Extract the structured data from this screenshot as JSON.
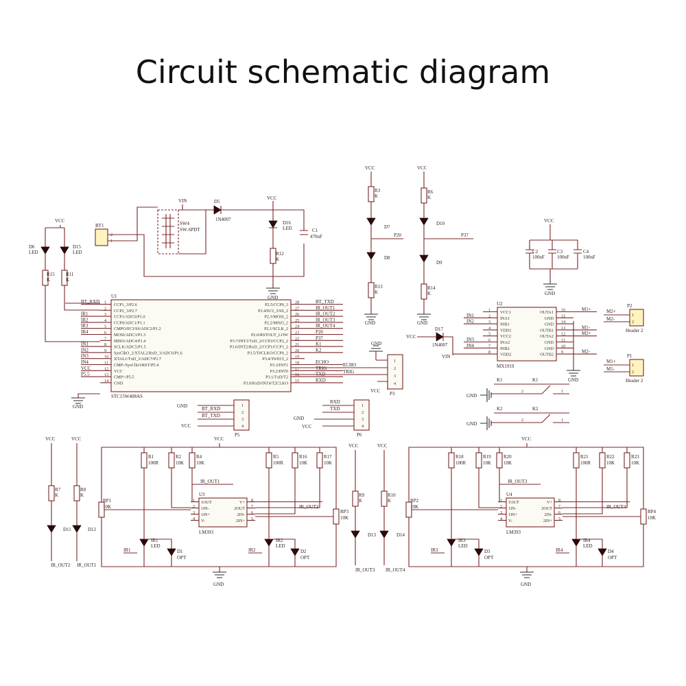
{
  "title": "Circuit schematic diagram",
  "mcu": {
    "ref": "U1",
    "part": "STC15W408AS",
    "left_pins": [
      {
        "n": "1",
        "t": "CCP1_3/P2.6",
        "net": "BT_RXD"
      },
      {
        "n": "2",
        "t": "CCP2_3/P2.7",
        "net": ""
      },
      {
        "n": "3",
        "t": "CCP1/ADC0/P1.0",
        "net": "IR1"
      },
      {
        "n": "4",
        "t": "CCP0/ADC1/P1.1",
        "net": "IR2"
      },
      {
        "n": "5",
        "t": "CMPO/ECI/SS/ADC2/P1.2",
        "net": "IR3"
      },
      {
        "n": "6",
        "t": "MOSI/ADC3/P1.3",
        "net": "IR4"
      },
      {
        "n": "7",
        "t": "MISO/ADC4/P1.4",
        "net": ""
      },
      {
        "n": "8",
        "t": "SCLK/ADC5/P1.5",
        "net": "IN1"
      },
      {
        "n": "9",
        "t": "SysClkO_2/XTAL2/RxD_3/ADC6/P1.6",
        "net": "IN2"
      },
      {
        "n": "10",
        "t": "XTAL1/TxD_3/ADC7/P1.7",
        "net": "IN3"
      },
      {
        "n": "11",
        "t": "CMP-/SysClkO/RST/P5.4",
        "net": "IN4"
      },
      {
        "n": "12",
        "t": "VCC",
        "net": "VCC"
      },
      {
        "n": "13",
        "t": "CMP+/P5.5",
        "net": "P5.5"
      },
      {
        "n": "14",
        "t": "GND",
        "net": ""
      }
    ],
    "right_pins": [
      {
        "n": "28",
        "t": "P2.5/CCP0_3",
        "net": "BT_TXD"
      },
      {
        "n": "27",
        "t": "P2.4/ECI_3/SS_2",
        "net": "IR_OUT1"
      },
      {
        "n": "26",
        "t": "P2.3/MOSI_2",
        "net": "IR_OUT2"
      },
      {
        "n": "25",
        "t": "P2.2/MISO_2",
        "net": "IR_OUT3"
      },
      {
        "n": "24",
        "t": "P2.1/SCLK_2",
        "net": "IR_OUT4"
      },
      {
        "n": "23",
        "t": "P2.0/RSTOUT_LOW",
        "net": "P20"
      },
      {
        "n": "22",
        "t": "P3.7/INT3/TxD_2/CCP2/CCP2_2",
        "net": "P37"
      },
      {
        "n": "21",
        "t": "P3.6/INT2/RxD_2/CCP1/CCP1_2",
        "net": "K1"
      },
      {
        "n": "20",
        "t": "P3.5/T0CLKO/CCP0_2",
        "net": "K2"
      },
      {
        "n": "19",
        "t": "P3.4/T0/ECI_2",
        "net": ""
      },
      {
        "n": "18",
        "t": "P3.3/INT1",
        "net": "ECHO"
      },
      {
        "n": "17",
        "t": "P3.2/INT0",
        "net": "TRIG"
      },
      {
        "n": "16",
        "t": "P3.1/TxD/T2",
        "net": "TXD"
      },
      {
        "n": "15",
        "t": "P3.0/RxD/INT4/T2CLKO",
        "net": "RXD"
      }
    ]
  },
  "driver": {
    "ref": "U2",
    "part": "MX1919",
    "left_pins": [
      {
        "n": "1",
        "t": "VCC1",
        "net": ""
      },
      {
        "n": "2",
        "t": "INA1",
        "net": "IN1"
      },
      {
        "n": "3",
        "t": "INB1",
        "net": "IN2"
      },
      {
        "n": "4",
        "t": "VDD1",
        "net": ""
      },
      {
        "n": "5",
        "t": "VCC2",
        "net": ""
      },
      {
        "n": "6",
        "t": "INA2",
        "net": "IN3"
      },
      {
        "n": "7",
        "t": "INB2",
        "net": "IN4"
      },
      {
        "n": "8",
        "t": "VDD2",
        "net": "VIN"
      }
    ],
    "right_pins": [
      {
        "n": "16",
        "t": "OUTA1",
        "net": "M1+"
      },
      {
        "n": "15",
        "t": "GND",
        "net": ""
      },
      {
        "n": "14",
        "t": "GND",
        "net": ""
      },
      {
        "n": "13",
        "t": "OUTB1",
        "net": "M1-"
      },
      {
        "n": "12",
        "t": "OUTA2",
        "net": "M2+"
      },
      {
        "n": "11",
        "t": "GND",
        "net": ""
      },
      {
        "n": "10",
        "t": "GND",
        "net": ""
      },
      {
        "n": "9",
        "t": "OUTB2",
        "net": "M2-"
      }
    ]
  },
  "comparators": [
    {
      "ref": "U3",
      "part": "LM393",
      "r_a": "R1",
      "r_a_v": "100R",
      "r_b": "R2",
      "r_b_v": "10K",
      "r_c": "R4",
      "r_c_v": "10K",
      "r_d": "R5",
      "r_d_v": "100R",
      "r_e": "R16",
      "r_e_v": "10K",
      "r_f": "R17",
      "r_f_v": "10K",
      "rp_l": "RP1",
      "rp_l_v": "10K",
      "rp_r": "RP3",
      "rp_r_v": "10K",
      "ir_a": "IR1",
      "ir_b": "IR2",
      "d_a": "D1",
      "d_b": "D2",
      "out_a": "IR_OUT1",
      "out_b": "IR_OUT2"
    },
    {
      "ref": "U4",
      "part": "LM393",
      "r_a": "R18",
      "r_a_v": "100R",
      "r_b": "R19",
      "r_b_v": "10K",
      "r_c": "R20",
      "r_c_v": "10K",
      "r_d": "R21",
      "r_d_v": "100R",
      "r_e": "R22",
      "r_e_v": "10K",
      "r_f": "R23",
      "r_f_v": "10K",
      "rp_l": "RP2",
      "rp_l_v": "10K",
      "rp_r": "RP4",
      "rp_r_v": "10K",
      "ir_a": "IR3",
      "ir_b": "IR4",
      "d_a": "D3",
      "d_b": "D4",
      "out_a": "IR_OUT3",
      "out_b": "IR_OUT4"
    }
  ],
  "comparator_pins": {
    "left": [
      "1OUT",
      "1IN-",
      "1IN+",
      "V-"
    ],
    "left_n": [
      "1",
      "2",
      "3",
      "4"
    ],
    "right": [
      "V+",
      "2OUT",
      "2IN-",
      "2IN+"
    ],
    "right_n": [
      "8",
      "7",
      "6",
      "5"
    ]
  },
  "labels": {
    "vcc": "VCC",
    "gnd": "GND",
    "vin": "VIN",
    "led": "LED",
    "opt": "OPT",
    "k": "K",
    "tenk": "10K",
    "bt1": "BT1",
    "sw": "SW4",
    "sw_part": "SW-SPDT",
    "d5": "D5",
    "d5_part": "1N4007",
    "d17": "D17",
    "d17_part": "1N4007",
    "d16": "D16",
    "r12": "R12",
    "c1": "C1",
    "c1_v": "470uF",
    "d6": "D6",
    "d15": "D15",
    "r15": "R15",
    "r11": "R11",
    "r3": "R3",
    "d7": "D7",
    "d8": "D8",
    "r13": "R13",
    "r6": "R6",
    "d10": "D10",
    "d9": "D9",
    "r14": "R14",
    "p20": "P20",
    "p37": "P37",
    "c2": "C2",
    "c3": "C3",
    "c4": "C4",
    "cap100": "100nF",
    "p2": "P2",
    "p1": "P1",
    "header2": "Header 2",
    "m1p": "M1+",
    "m1n": "M1-",
    "m2p": "M2+",
    "m2n": "M2-",
    "k1": "K1",
    "k2": "K2",
    "p3": "P3",
    "p5": "P5",
    "p6": "P6",
    "echo": "ECHO",
    "trig": "TRIG",
    "bt_rxd": "BT_RXD",
    "bt_txd": "BT_TXD",
    "rxd": "RXD",
    "txd": "TXD",
    "r7": "R7",
    "r8": "R8",
    "r9": "R9",
    "r10": "R10",
    "d11": "D11",
    "d12": "D12",
    "d13": "D13",
    "d14": "D14",
    "ir_out1": "IR_OUT1",
    "ir_out2": "IR_OUT2",
    "ir_out3": "IR_OUT3",
    "ir_out4": "IR_OUT4",
    "ir1": "IR1",
    "ir2": "IR2",
    "ir3": "IR3",
    "ir4": "IR4",
    "p55": "P5.5",
    "one": "1",
    "two": "2",
    "three": "3",
    "four": "4"
  }
}
